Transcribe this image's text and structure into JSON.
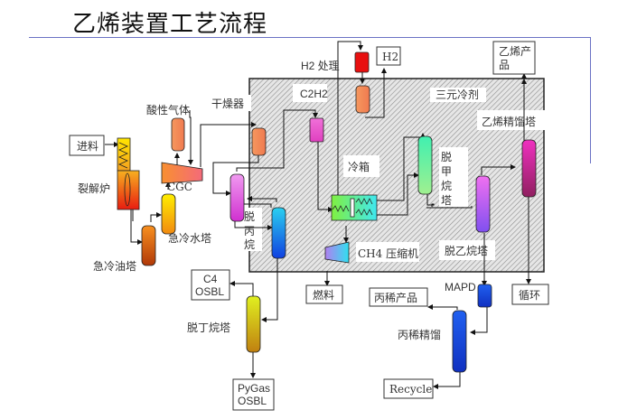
{
  "title": "乙烯装置工艺流程",
  "boxes": {
    "feed": "进料",
    "h2": "H2",
    "ethylene_product_1": "乙烯产",
    "ethylene_product_2": "品",
    "c4_1": "C4",
    "c4_2": "OSBL",
    "fuel": "燃料",
    "propylene_product": "丙稀产品",
    "recycle_loop": "循环",
    "pygas_1": "PyGas",
    "pygas_2": "OSBL",
    "recycle": "Recycle"
  },
  "labels": {
    "h2_treatment": "H2 处理",
    "acid_gas": "酸性气体",
    "dryer": "干燥器",
    "c2h2": "C2H2",
    "ternary_refrigerant": "三元冷剂",
    "ethylene_fractionator": "乙烯精馏塔",
    "cracking_furnace": "裂解炉",
    "cgc": "CGC",
    "cold_box": "冷箱",
    "demethanizer": [
      "脱",
      "甲",
      "烷",
      "塔"
    ],
    "depropanizer": [
      "脱",
      "丙",
      "烷"
    ],
    "quench_water_tower": "急冷水塔",
    "quench_oil_tower": "急冷油塔",
    "ch4_compressor": "CH4 压缩机",
    "deethanizer": "脱乙烷塔",
    "mapd": "MAPD",
    "debutanizer": "脱丁烷塔",
    "propylene_rectifier": "丙稀精馏"
  },
  "colors": {
    "frame": "#6a72c4",
    "hatch_bg": "#e4e4e4",
    "hatch_line": "#8a8a8a"
  }
}
